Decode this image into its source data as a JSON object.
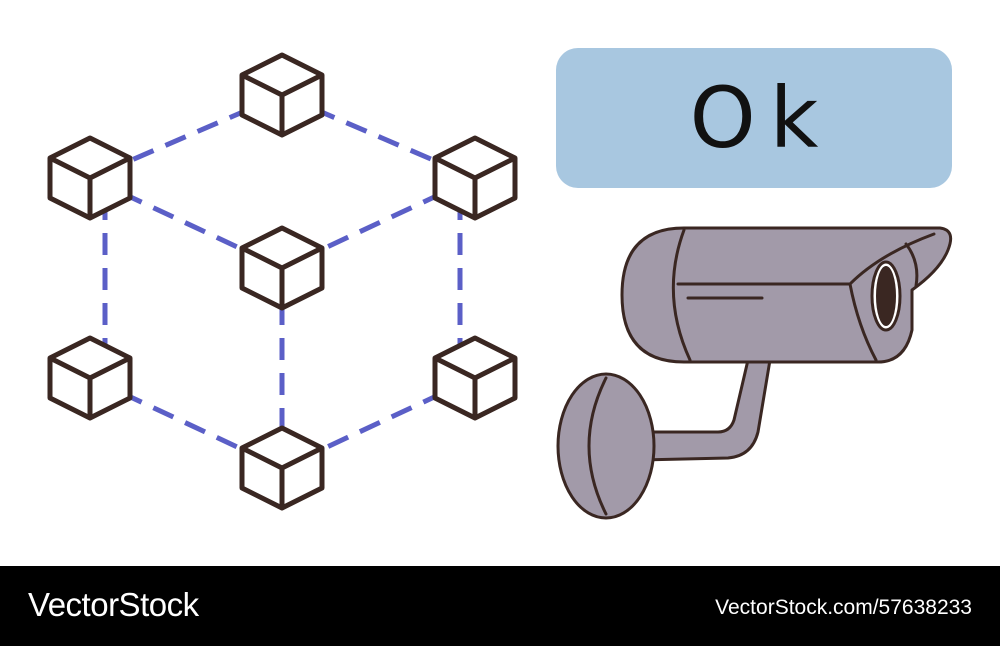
{
  "status_label": "Ok",
  "footer": {
    "brand": "VectorStock",
    "url": "VectorStock.com/57638233"
  },
  "colors": {
    "status_box": "#a8c7e0",
    "connector": "#5b5fc7",
    "cube_stroke": "#3a2722",
    "camera_body": "#a29aa9",
    "outline": "#3a2722"
  },
  "icons": [
    "blockchain-network-icon",
    "cube-icon",
    "security-camera-icon"
  ]
}
